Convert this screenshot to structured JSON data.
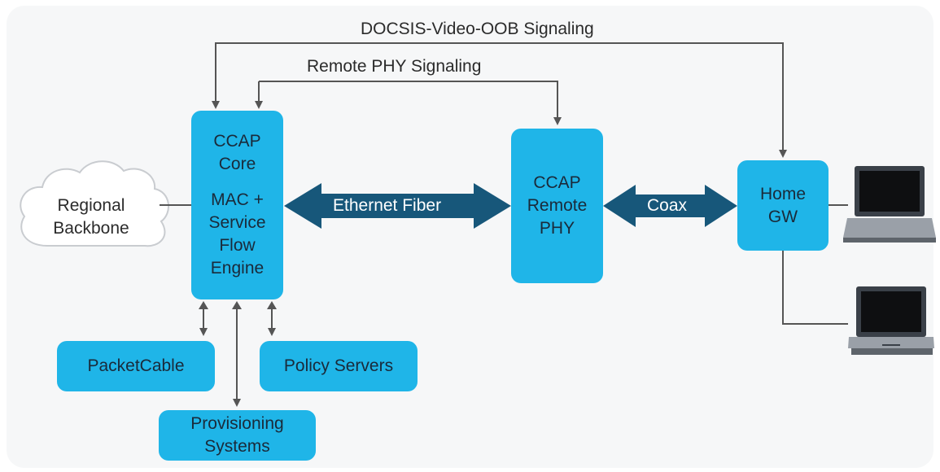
{
  "signals": {
    "docsis_oob": "DOCSIS-Video-OOB Signaling",
    "remote_phy": "Remote PHY Signaling"
  },
  "cloud": {
    "line1": "Regional",
    "line2": "Backbone"
  },
  "ccap_core": {
    "line1": "CCAP",
    "line2": "Core",
    "line3": "MAC +",
    "line4": "Service",
    "line5": "Flow",
    "line6": "Engine"
  },
  "ccap_remote_phy": {
    "line1": "CCAP",
    "line2": "Remote",
    "line3": "PHY"
  },
  "home_gw": {
    "line1": "Home",
    "line2": "GW"
  },
  "links": {
    "ethernet": "Ethernet Fiber",
    "coax": "Coax"
  },
  "systems": {
    "packetcable": "PacketCable",
    "policy": "Policy Servers",
    "provisioning_line1": "Provisioning",
    "provisioning_line2": "Systems"
  },
  "colors": {
    "node_fill": "#1fb5e8",
    "link_arrow": "#17577a",
    "connector": "#555555",
    "background": "#f6f7f8"
  }
}
